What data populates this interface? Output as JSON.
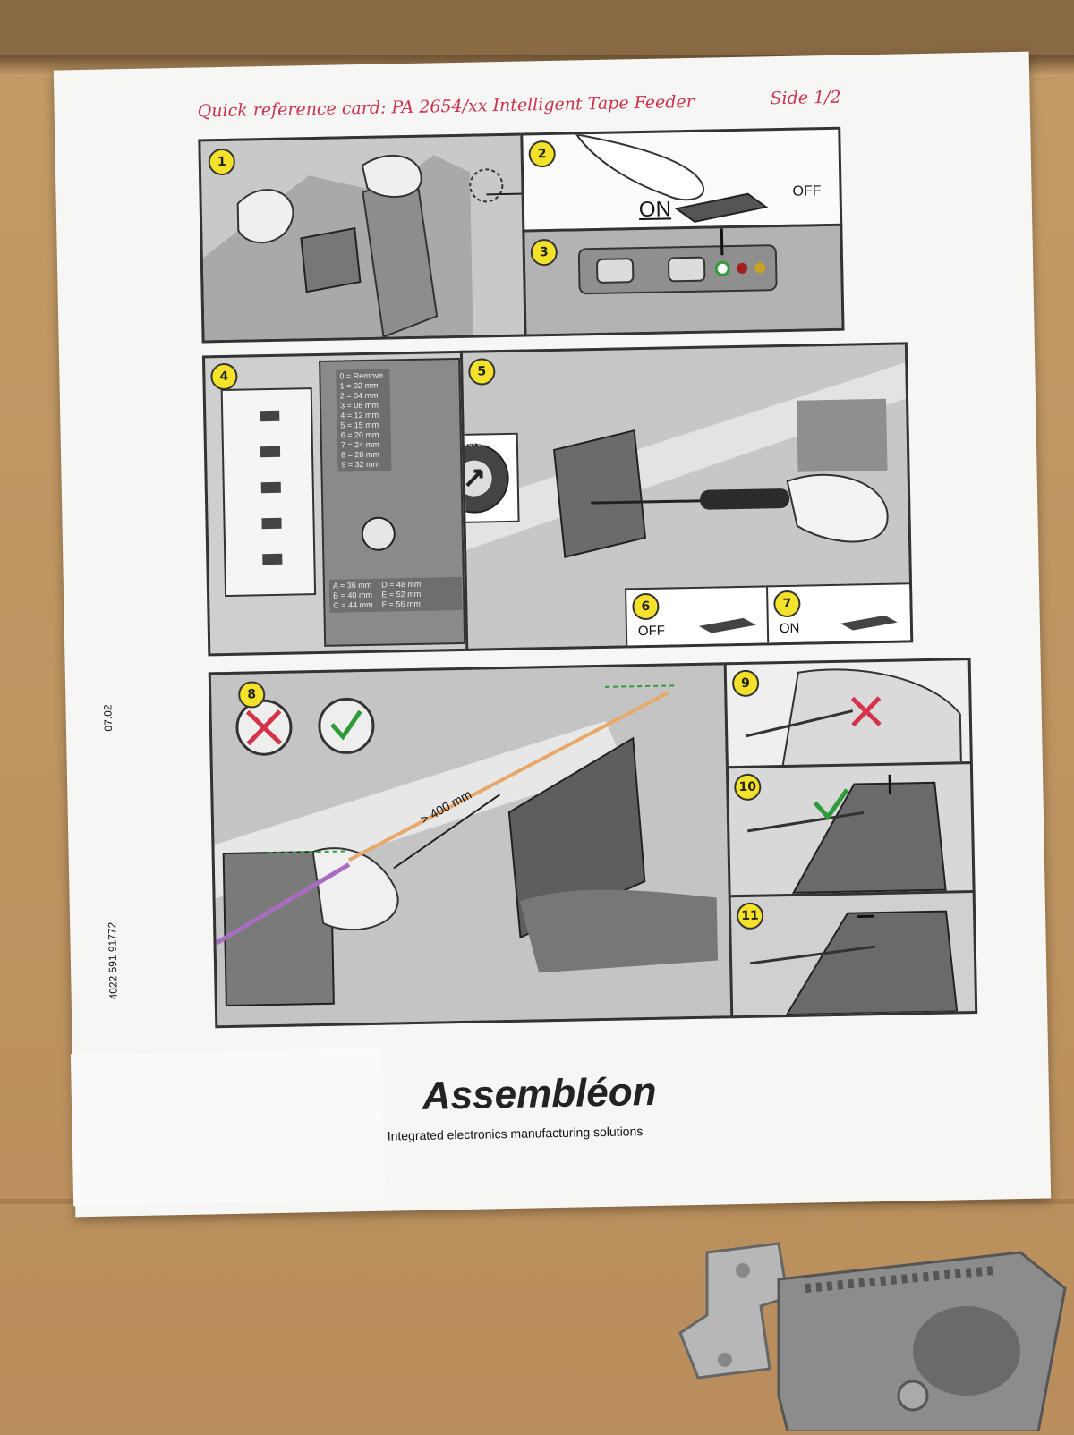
{
  "card": {
    "header_title": "Quick reference card: PA 2654/xx Intelligent Tape Feeder",
    "header_side": "Side 1/2",
    "side_code": "07.02",
    "part_number": "4022 591 91772"
  },
  "steps": {
    "s1": "1",
    "s2": "2",
    "s3": "3",
    "s4": "4",
    "s5": "5",
    "s6": "6",
    "s7": "7",
    "s8": "8",
    "s9": "9",
    "s10": "10",
    "s11": "11"
  },
  "switch": {
    "on": "ON",
    "off": "OFF",
    "off_small": "OFF",
    "on_small": "ON"
  },
  "width_table": [
    "0 = Remove",
    "1 = 02 mm",
    "2 = 04 mm",
    "3 = 08 mm",
    "4 = 12 mm",
    "5 = 15 mm",
    "6 = 20 mm",
    "7 = 24 mm",
    "8 = 28 mm",
    "9 = 32 mm"
  ],
  "letter_table": {
    "left": [
      "A = 36 mm",
      "B = 40 mm",
      "C = 44 mm"
    ],
    "right": [
      "D = 48 mm",
      "E = 52 mm",
      "F = 56 mm"
    ]
  },
  "dial_digits": "0123456789ABCD",
  "distance_label": "> 400 mm",
  "brand": {
    "name": "Assembléon",
    "tagline": "Integrated electronics manufacturing solutions"
  },
  "colors": {
    "header_pink": "#c8324f",
    "step_badge": "#f3e12a",
    "cross_red": "#d6334a",
    "check_green": "#2f9a3a",
    "tape_orange": "#e7a86a",
    "tape_purple": "#a86dc0",
    "brand_purple": "#8a3e8e"
  }
}
